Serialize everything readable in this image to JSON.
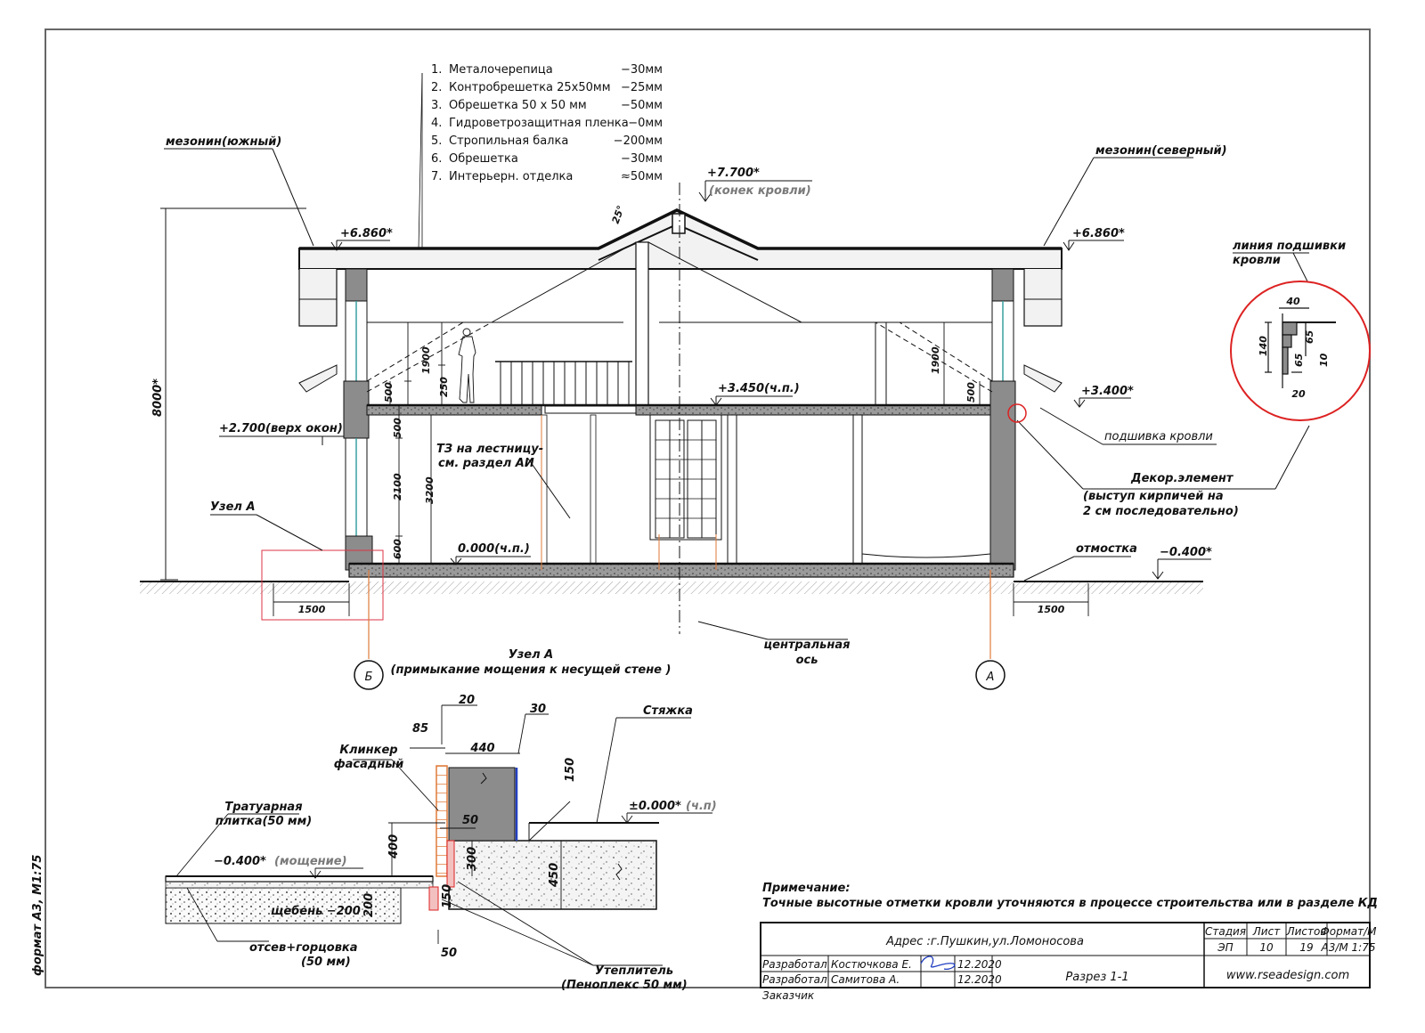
{
  "roof_spec": [
    {
      "num": "1.",
      "name": "Металочерепица",
      "thk": "−30мм"
    },
    {
      "num": "2.",
      "name": "Контробрешетка 25х50мм",
      "thk": "−25мм"
    },
    {
      "num": "3.",
      "name": "Обрешетка 50 х 50  мм",
      "thk": "−50мм"
    },
    {
      "num": "4.",
      "name": "Гидроветрозащитная пленка",
      "thk": "−0мм"
    },
    {
      "num": "5.",
      "name": "Стропильная балка",
      "thk": "−200мм"
    },
    {
      "num": "6.",
      "name": "Обрешетка",
      "thk": "−30мм"
    },
    {
      "num": "7.",
      "name": "Интерьерн. отделка",
      "thk": "≈50мм"
    }
  ],
  "labels": {
    "mezonin_south": "мезонин(южный)",
    "mezonin_north": "мезонин(северный)",
    "ridge_level": "+7.700*",
    "ridge_caption": "(конек кровли)",
    "left_eave_level": "+6.860*",
    "right_eave_level": "+6.860*",
    "roof_angle": "25°",
    "total_height": "8000*",
    "window_top": "+2.700(верх окон)",
    "floor2": "+3.450(ч.п.)",
    "right_soffit_level": "+3.400*",
    "soffit": "подшивка кровли",
    "decor_title": "Декор.элемент",
    "decor_note1": "(выступ кирпичей на",
    "decor_note2": "2 см последовательно)",
    "stair_note1": "ТЗ на лестницу-",
    "stair_note2": "см. раздел АИ",
    "floor1": "0.000(ч.п.)",
    "node_a": "Узел А",
    "otmostka": "отмостка",
    "ground_level": "−0.400*",
    "paving_left": "1500",
    "paving_right": "1500",
    "axis_b": "Б",
    "axis_a": "А",
    "central_axis1": "центральная",
    "central_axis2": "ось",
    "soffit_line1": "линия подшивки",
    "soffit_line2": "кровли",
    "detail_title": "Узел А",
    "detail_subtitle": "(примыкание мощения к несущей стене )",
    "klinker1": "Клинкер",
    "klinker2": "фасадный",
    "styazhka": "Стяжка",
    "trotuar1": "Тратуарная",
    "trotuar2": "плитка(50 мм)",
    "paving_level": "−0.400*",
    "paving_caption": "(мощение)",
    "slab_level": "±0.000*",
    "slab_caption": "(ч.п)",
    "gravel": "щебень −200",
    "otsev1": "отсев+горцовка",
    "otsev2": "(50 мм)",
    "insul1": "Утеплитель",
    "insul2": "(Пеноплекс 50 мм)",
    "sheet_format": "формат А3,  М1:75"
  },
  "dims": {
    "d1900a": "1900",
    "d250": "250",
    "d500a": "500",
    "d500b": "500",
    "d2100": "2100",
    "d3200": "3200",
    "d600": "600",
    "d1900b": "1900",
    "d500c": "500",
    "c40": "40",
    "c140": "140",
    "c65a": "65",
    "c65b": "65",
    "c10": "10",
    "c20": "20",
    "n85": "85",
    "n20": "20",
    "n440": "440",
    "n30": "30",
    "n150a": "150",
    "n50a": "50",
    "n400": "400",
    "n300": "300",
    "n450": "450",
    "n200": "200",
    "n150b": "150",
    "n50b": "50"
  },
  "note": {
    "title": "Примечание:",
    "text": "Точные высотные отметки кровли уточняются в процессе строительства или в разделе КД"
  },
  "title_block": {
    "address": "Адрес :г.Пушкин,ул.Ломоносова",
    "h_stage": "Стадия",
    "h_sheet": "Лист",
    "h_sheets": "Листов",
    "h_format": "Формат/М",
    "v_stage": "ЭП",
    "v_sheet": "10",
    "v_sheets": "19",
    "v_format": "А3/М 1:75",
    "role1": "Разработал",
    "name1": "Костючкова Е.",
    "date1": "12.2020",
    "role2": "Разработал",
    "name2": "Самитова А.",
    "date2": "12.2020",
    "role3": "Заказчик",
    "sheet_title": "Разрез 1-1",
    "website": "www.rseadesign.com"
  }
}
